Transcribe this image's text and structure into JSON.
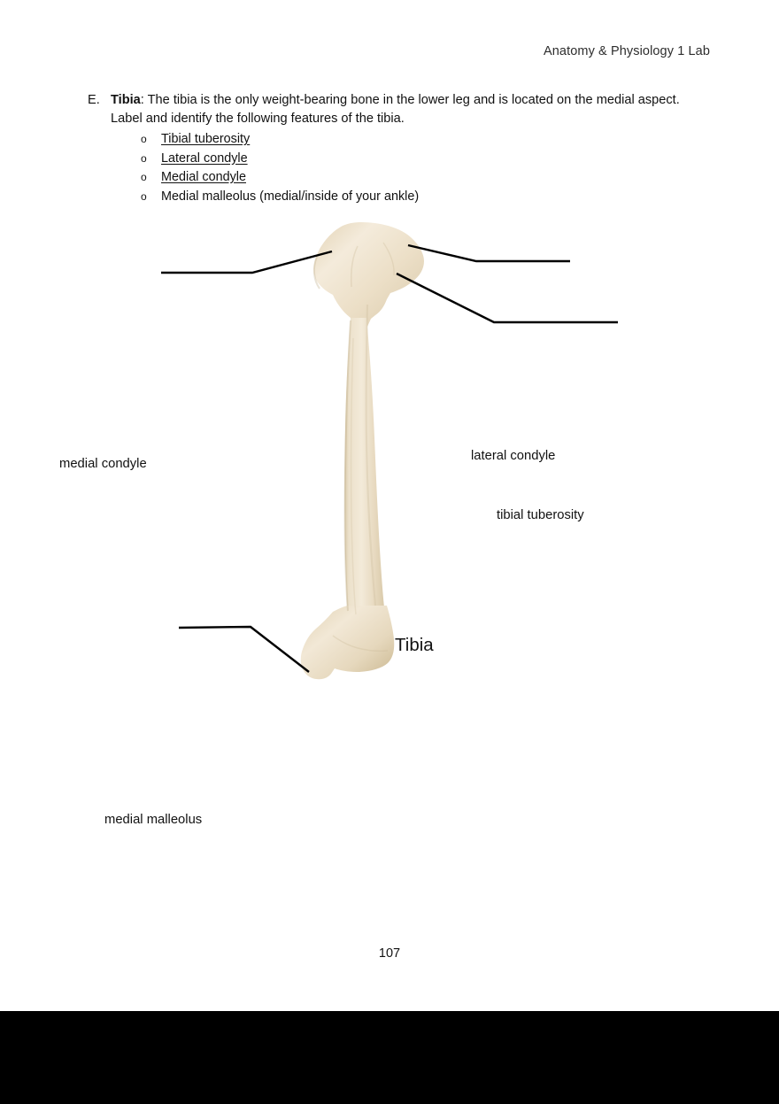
{
  "document": {
    "header_title": "Anatomy & Physiology 1 Lab",
    "page_number": "107"
  },
  "section": {
    "letter": "E.",
    "term": "Tibia",
    "body_text": ":  The tibia is the only weight-bearing bone in the lower leg and is located on the medial aspect.  Label and identify the following features of the tibia.",
    "bullet_marker": "o",
    "features": [
      {
        "label": "Tibial tuberosity",
        "underlined": true
      },
      {
        "label": "Lateral condyle",
        "underlined": true
      },
      {
        "label": "Medial condyle",
        "underlined": true
      },
      {
        "label": "Medial malleolus (medial/inside of your ankle)",
        "underlined": false
      }
    ]
  },
  "figure": {
    "bone_name": "Tibia",
    "bone_fill": "#e9dcc3",
    "bone_shadow": "#d8c9ab",
    "bone_highlight": "#f2e8d6",
    "leader_color": "#000000",
    "annotations": [
      {
        "id": "medial-condyle",
        "text": "medial condyle"
      },
      {
        "id": "lateral-condyle",
        "text": "lateral condyle"
      },
      {
        "id": "tibial-tuberosity",
        "text": "tibial tuberosity"
      },
      {
        "id": "medial-malleolus",
        "text": "medial malleolus"
      }
    ]
  }
}
